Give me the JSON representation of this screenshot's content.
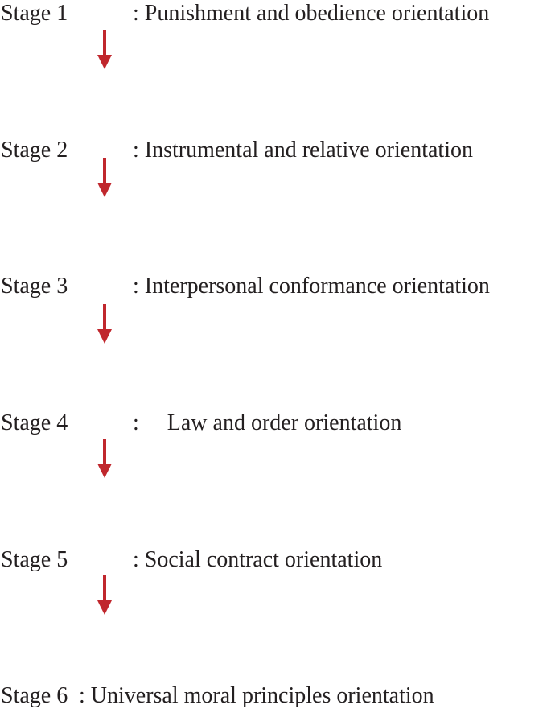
{
  "arrow_color": "#c0272d",
  "stages": [
    {
      "label": "Stage 1",
      "description": ": Punishment and obedience orientation"
    },
    {
      "label": "Stage 2",
      "description": ": Instrumental and relative orientation"
    },
    {
      "label": "Stage 3",
      "description": ": Interpersonal conformance orientation"
    },
    {
      "label": "Stage 4",
      "description": ":     Law and order orientation"
    },
    {
      "label": "Stage 5",
      "description": ": Social contract orientation"
    },
    {
      "label": "Stage 6",
      "description": ": Universal moral principles orientation"
    }
  ]
}
